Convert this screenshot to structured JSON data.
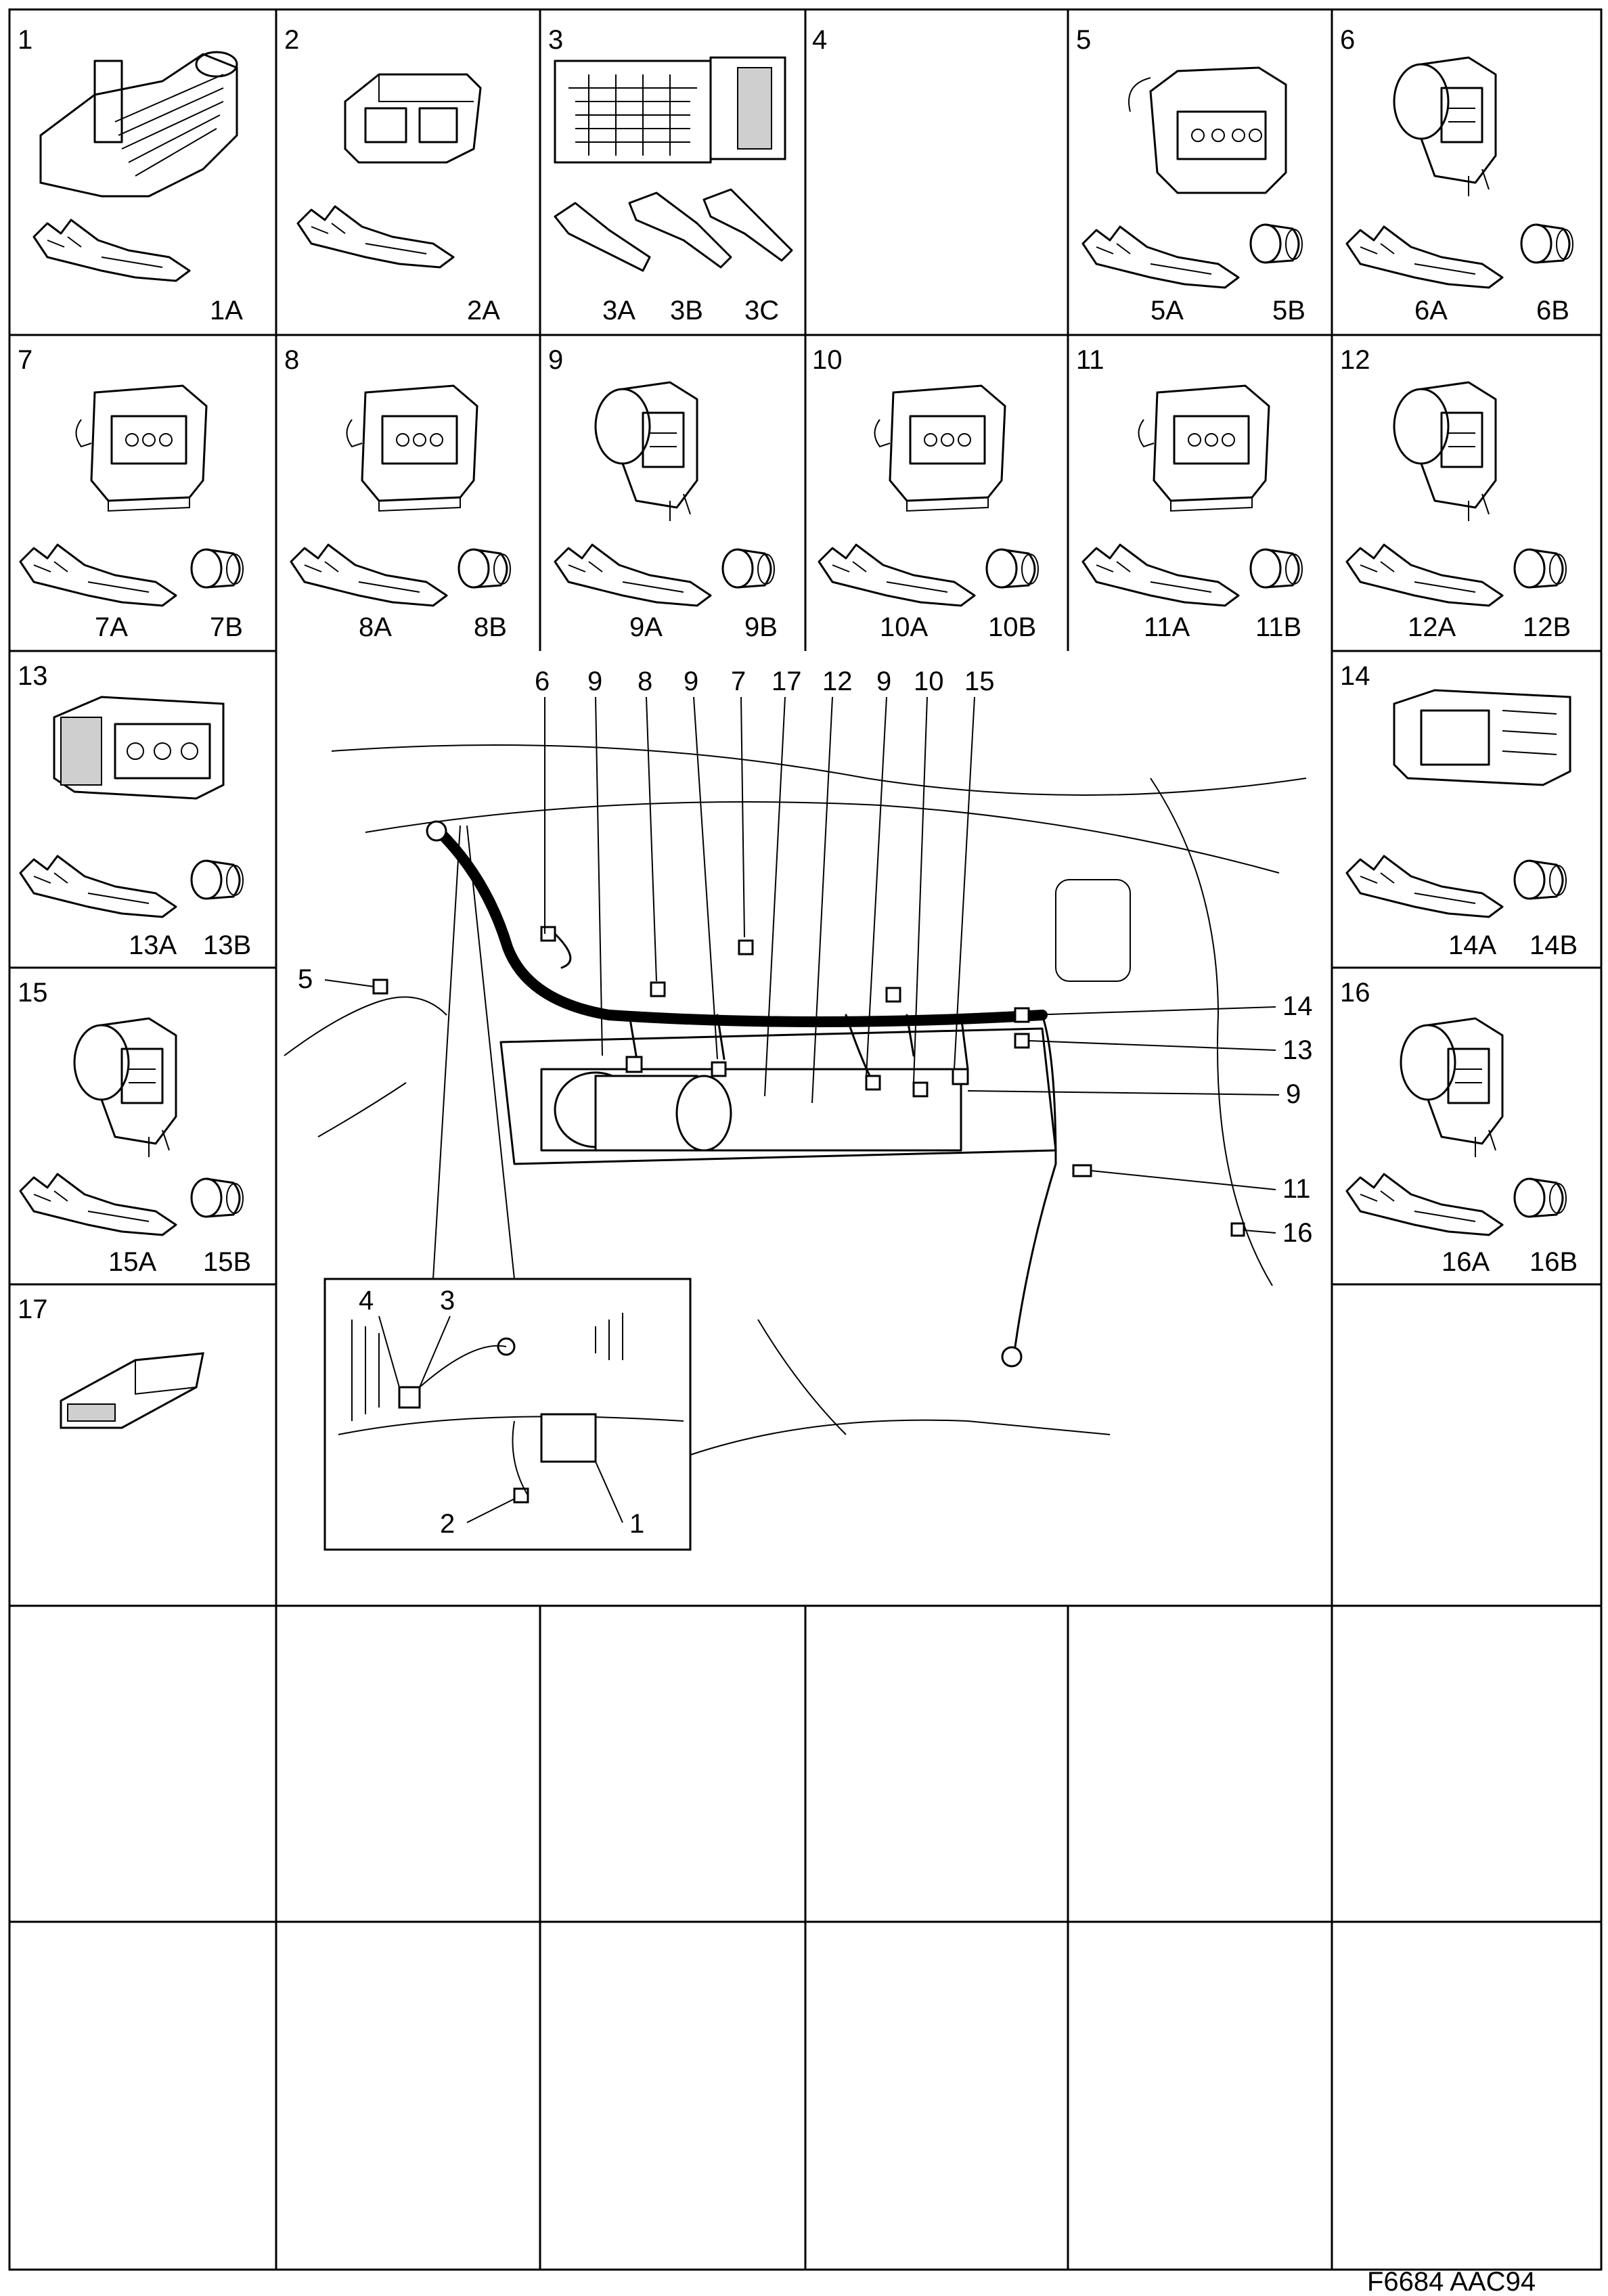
{
  "cells": [
    {
      "num": "1",
      "parts": [
        "1A"
      ]
    },
    {
      "num": "2",
      "parts": [
        "2A"
      ]
    },
    {
      "num": "3",
      "parts": [
        "3A",
        "3B",
        "3C"
      ]
    },
    {
      "num": "4",
      "parts": []
    },
    {
      "num": "5",
      "parts": [
        "5A",
        "5B"
      ]
    },
    {
      "num": "6",
      "parts": [
        "6A",
        "6B"
      ]
    },
    {
      "num": "7",
      "parts": [
        "7A",
        "7B"
      ]
    },
    {
      "num": "8",
      "parts": [
        "8A",
        "8B"
      ]
    },
    {
      "num": "9",
      "parts": [
        "9A",
        "9B"
      ]
    },
    {
      "num": "10",
      "parts": [
        "10A",
        "10B"
      ]
    },
    {
      "num": "11",
      "parts": [
        "11A",
        "11B"
      ]
    },
    {
      "num": "12",
      "parts": [
        "12A",
        "12B"
      ]
    },
    {
      "num": "13",
      "parts": [
        "13A",
        "13B"
      ]
    },
    {
      "num": "14",
      "parts": [
        "14A",
        "14B"
      ]
    },
    {
      "num": "15",
      "parts": [
        "15A",
        "15B"
      ]
    },
    {
      "num": "16",
      "parts": [
        "16A",
        "16B"
      ]
    },
    {
      "num": "17",
      "parts": []
    }
  ],
  "overview": {
    "top_callouts": [
      "6",
      "9",
      "8",
      "9",
      "7",
      "17",
      "12",
      "9",
      "10",
      "15"
    ],
    "left_callout": "5",
    "right_callouts": [
      "14",
      "13",
      "9",
      "11",
      "16"
    ],
    "inset_callouts": [
      "4",
      "3",
      "2",
      "1"
    ]
  },
  "figure_ref": "F6684 AAC94"
}
